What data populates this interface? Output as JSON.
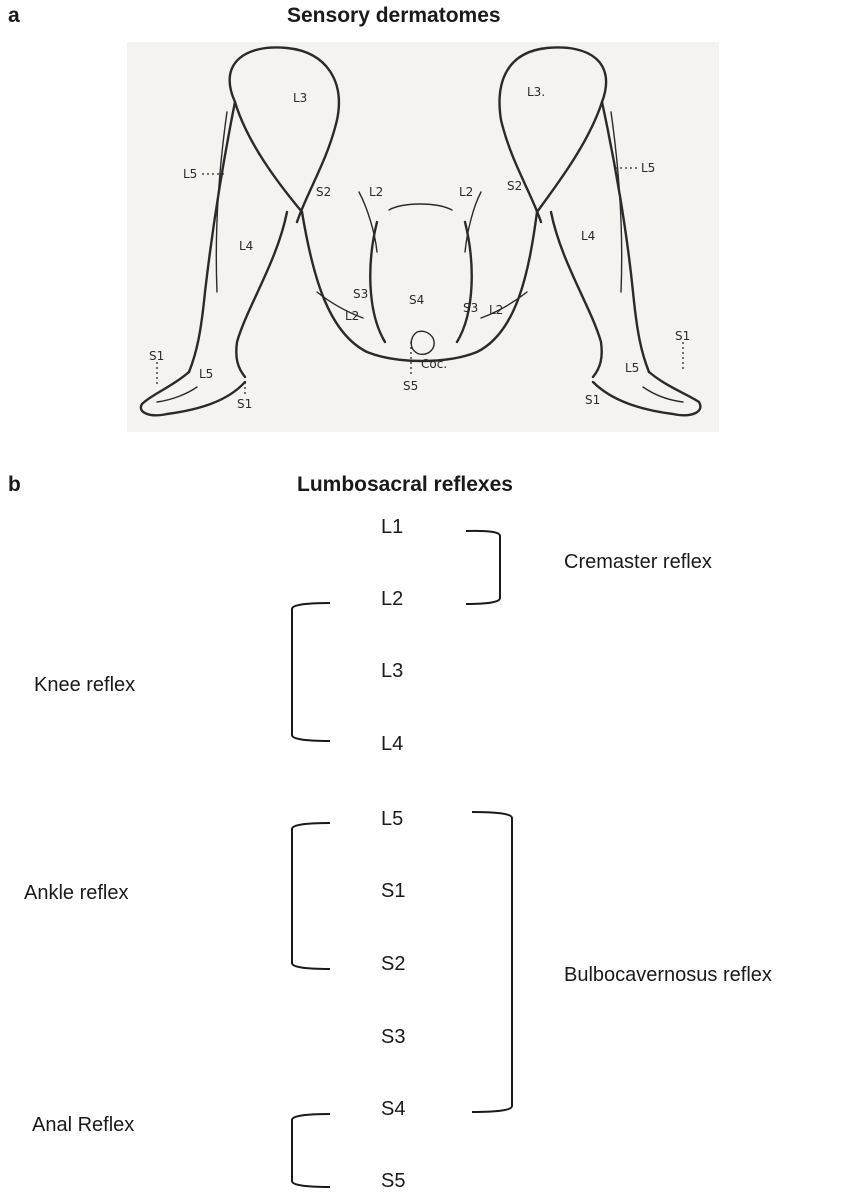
{
  "panel_a": {
    "letter": "a",
    "title": "Sensory dermatomes",
    "labels": {
      "l3_left": "L3",
      "l3_right": "L3.",
      "l5_left": "L5",
      "l5_right": "L5",
      "s2_left": "S2",
      "s2_right": "S2",
      "l2_left_upper": "L2",
      "l2_right_upper": "L2",
      "l4_left": "L4",
      "l4_right": "L4",
      "s3_left": "S3",
      "s3_right": "S3",
      "s4": "S4",
      "l2_left_lower": "L2",
      "l2_right_lower": "L2",
      "coc": "Coc.",
      "s5": "S5",
      "s1_left_top": "S1",
      "s1_left_bottom": "S1",
      "s1_right_top": "S1",
      "s1_right_bottom": "S1",
      "l5_left_foot": "L5",
      "l5_right_foot": "L5"
    }
  },
  "panel_b": {
    "letter": "b",
    "title": "Lumbosacral reflexes",
    "levels": [
      "L1",
      "L2",
      "L3",
      "L4",
      "L5",
      "S1",
      "S2",
      "S3",
      "S4",
      "S5"
    ],
    "reflexes": {
      "cremaster": "Cremaster reflex",
      "knee": "Knee reflex",
      "ankle": "Ankle reflex",
      "bulbocavernosus": "Bulbocavernosus reflex",
      "anal": "Anal Reflex"
    }
  }
}
